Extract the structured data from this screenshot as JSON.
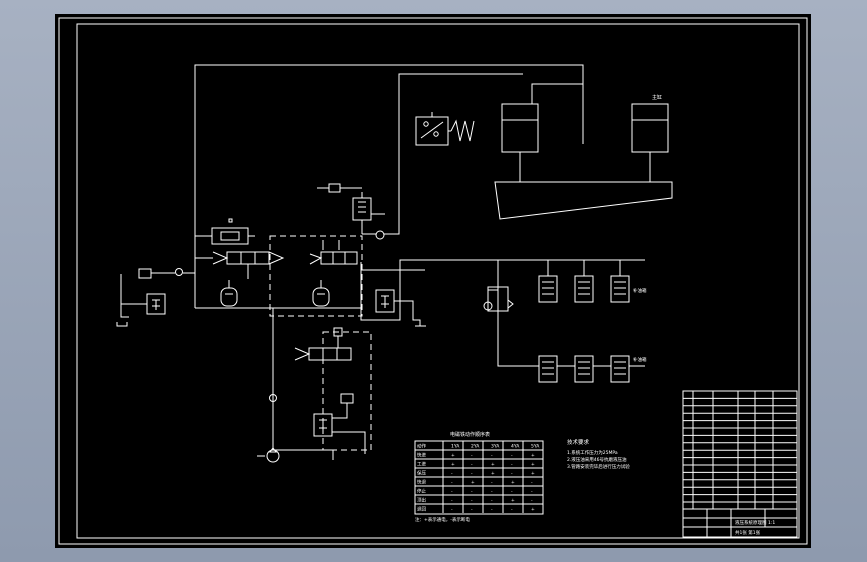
{
  "drawing": {
    "background": "#000000",
    "line_color": "#ffffff",
    "label_cylinder": "主缸",
    "label_tank_right_1": "补油箱",
    "label_tank_right_2": "补油箱",
    "table_title": "电磁铁动作顺序表",
    "table_header": [
      "动作",
      "1YA",
      "2YA",
      "3YA",
      "4YA",
      "5YA"
    ],
    "table_rows": [
      [
        "快进",
        "+",
        "-",
        "-",
        "-",
        "+"
      ],
      [
        "工进",
        "+",
        "-",
        "+",
        "-",
        "+"
      ],
      [
        "保压",
        "-",
        "-",
        "+",
        "-",
        "+"
      ],
      [
        "快退",
        "-",
        "+",
        "-",
        "+",
        "-"
      ],
      [
        "停止",
        "-",
        "-",
        "-",
        "-",
        "-"
      ],
      [
        "顶出",
        "-",
        "-",
        "-",
        "+",
        "-"
      ],
      [
        "退回",
        "-",
        "-",
        "-",
        "-",
        "+"
      ]
    ],
    "table_note": "注：+表示通电，-表示断电",
    "notes_title": "技术要求",
    "notes": [
      "1.系统工作压力为25MPa",
      "2.液压油采用46号抗磨液压油",
      "3.管路安装完毕后进行压力试验"
    ],
    "title_block": {
      "name": "液压系统原理图",
      "scale": "1:1",
      "sheet": "共1张 第1张"
    }
  }
}
